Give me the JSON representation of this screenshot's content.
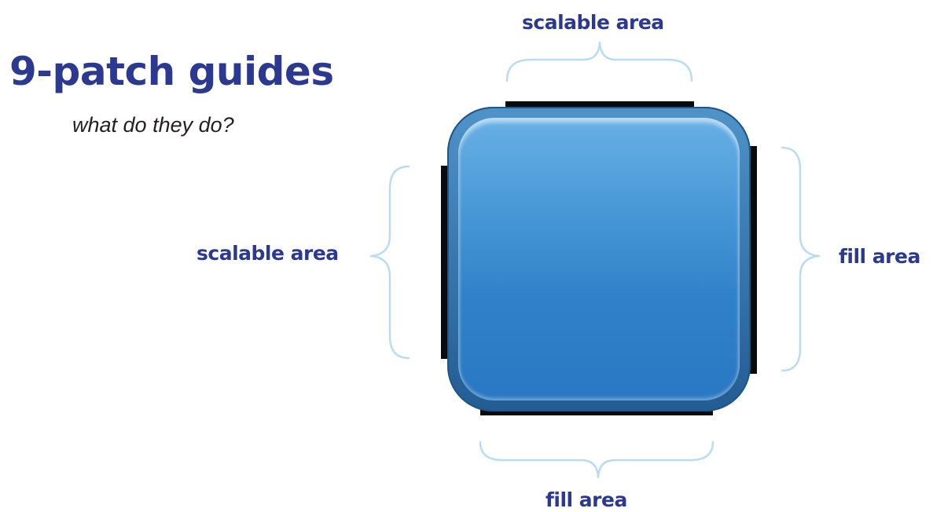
{
  "title": "9-patch guides",
  "subtitle": "what do they do?",
  "labels": {
    "top": "scalable area",
    "left": "scalable area",
    "right": "fill area",
    "bottom": "fill area"
  },
  "colors": {
    "heading": "#2b3990",
    "brace": "#b9dcf2",
    "guide": "#0a0a0a",
    "tile": "#2f80c9"
  }
}
